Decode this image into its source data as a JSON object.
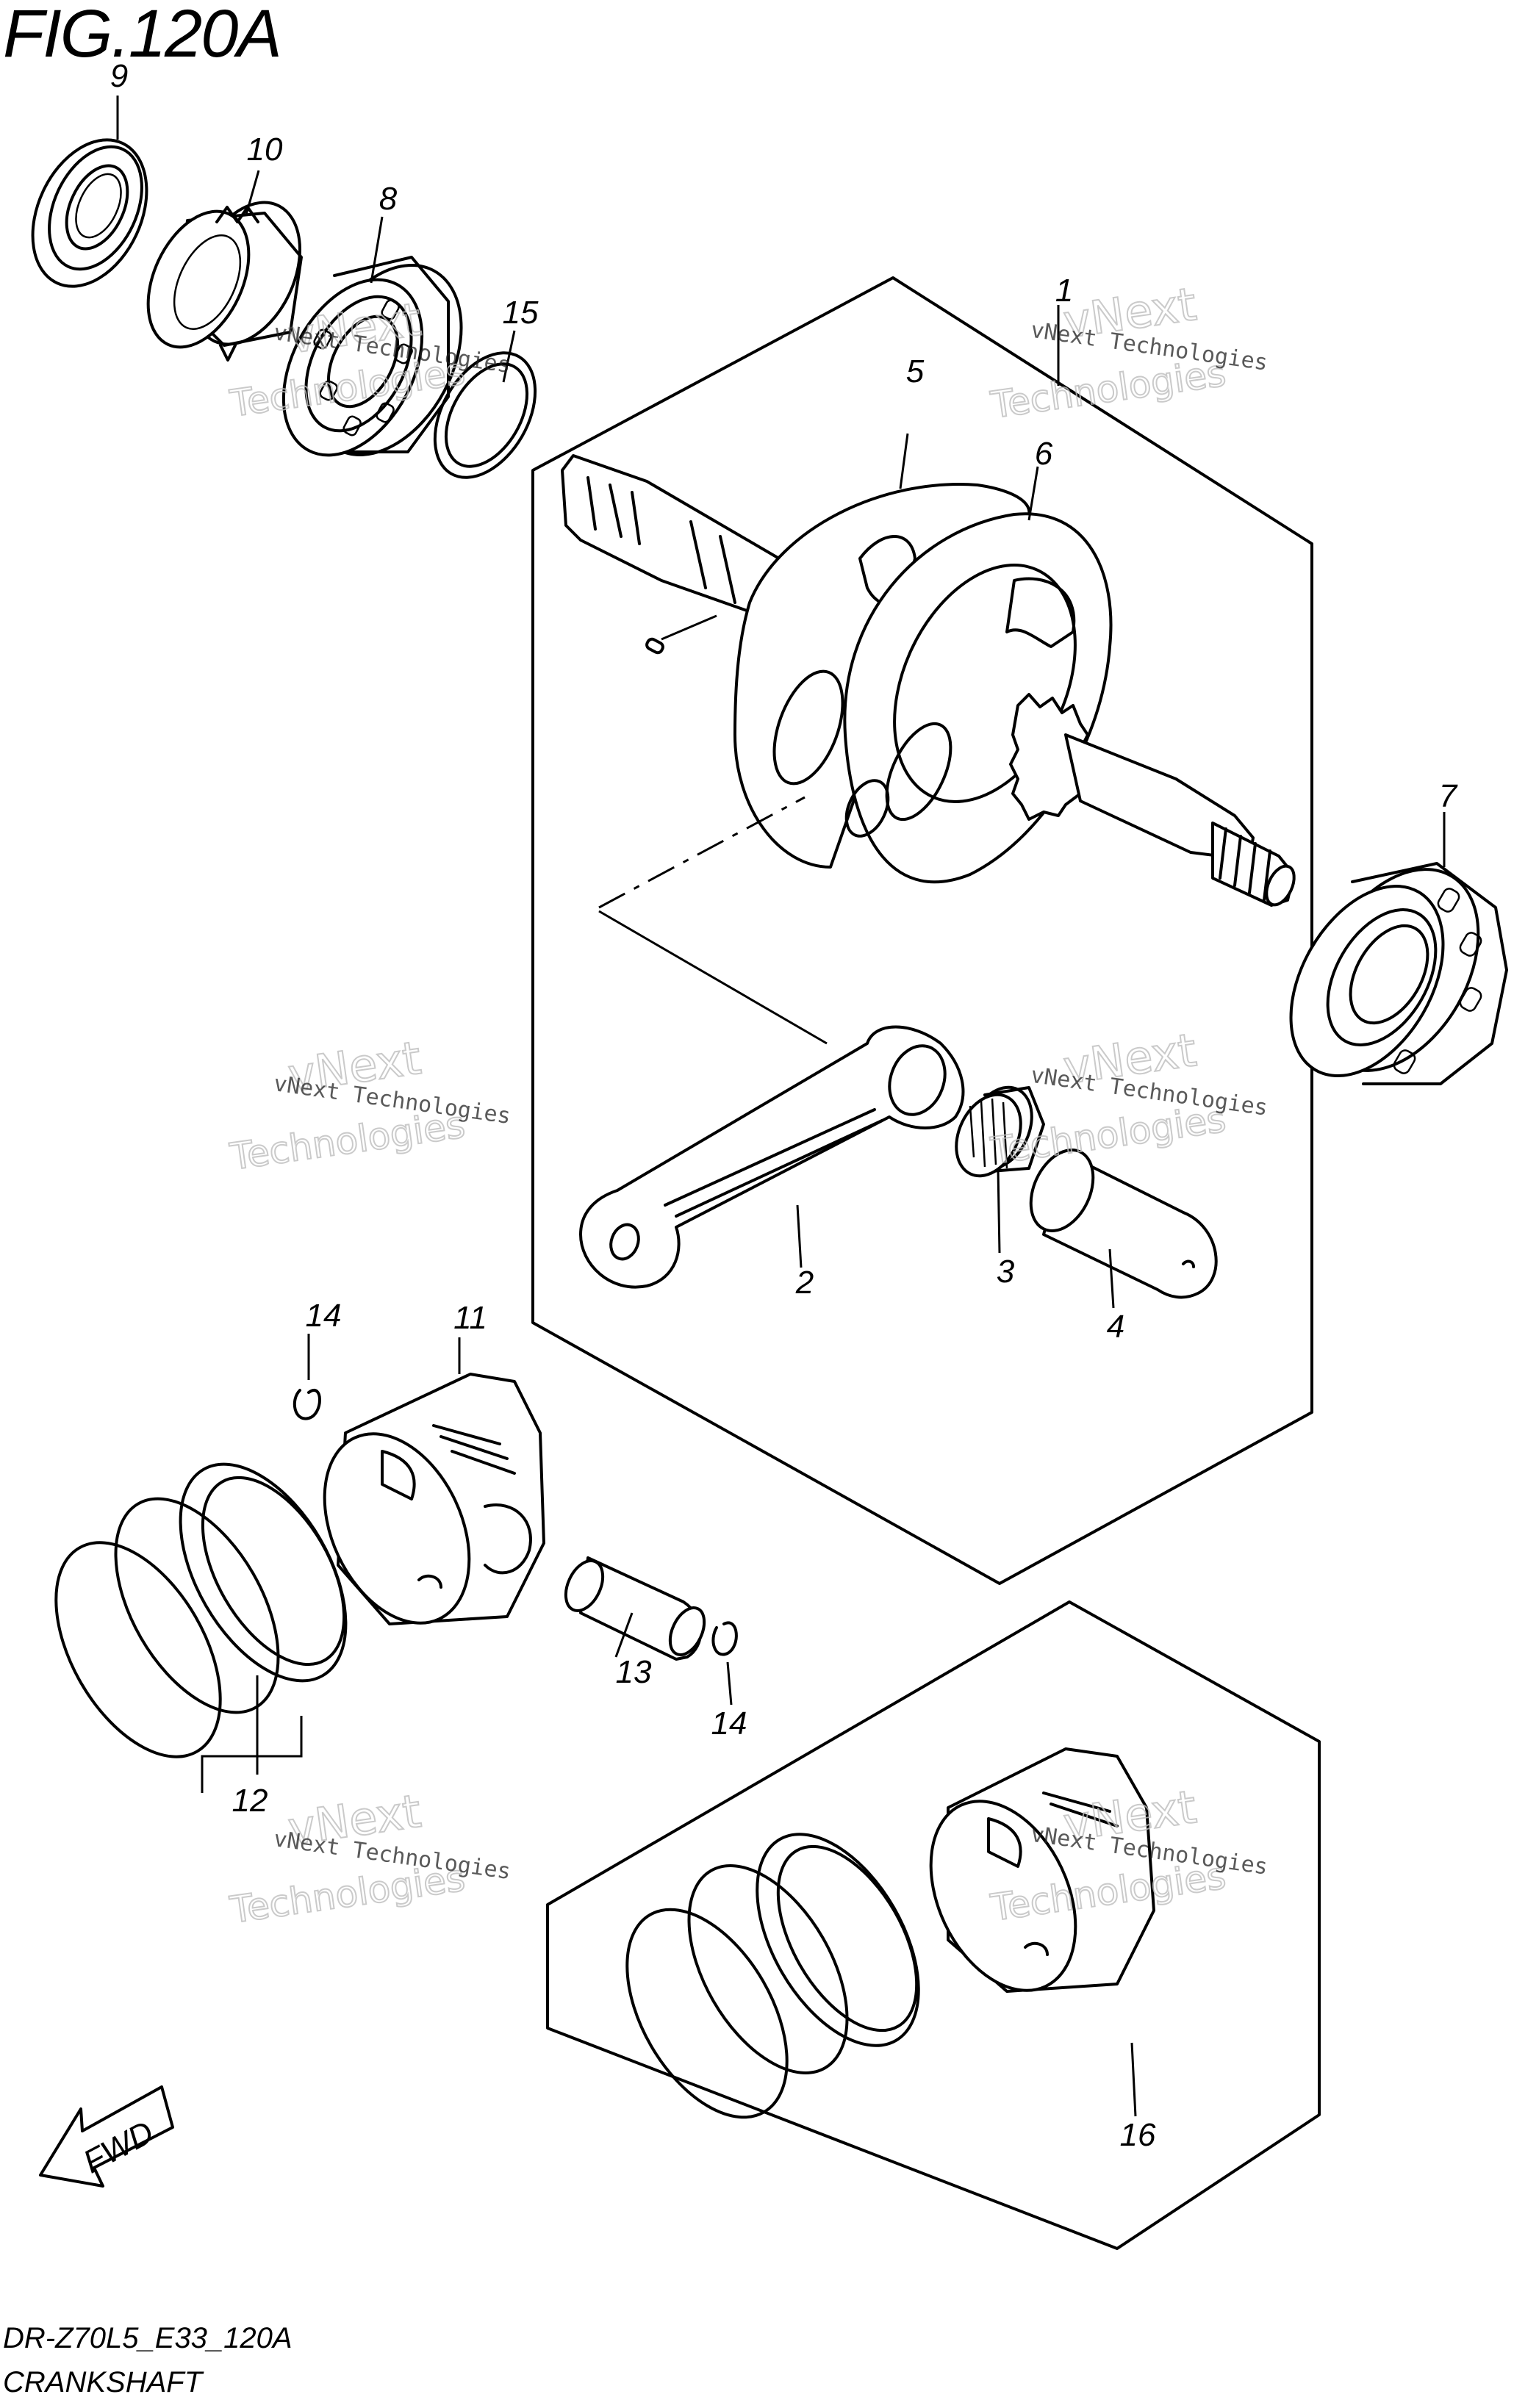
{
  "figure": {
    "title": "FIG.120A",
    "code": "DR-Z70L5_E33_120A",
    "name": "CRANKSHAFT"
  },
  "callouts": [
    "9",
    "10",
    "8",
    "15",
    "1",
    "5",
    "6",
    "7",
    "2",
    "3",
    "4",
    "14",
    "11",
    "12",
    "13",
    "14",
    "16"
  ],
  "direction_label": "FWD",
  "watermark": {
    "line1": "vNext Technologies",
    "line2": "vNext",
    "line3": "Technologies"
  }
}
